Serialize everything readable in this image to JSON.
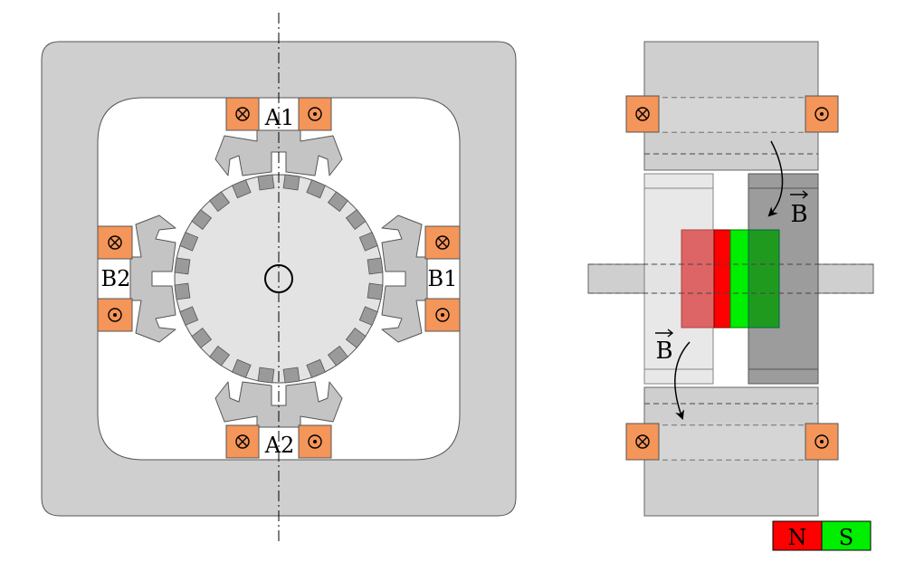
{
  "front_view": {
    "coil_labels": {
      "a1": "A1",
      "a2": "A2",
      "b1": "B1",
      "b2": "B2"
    },
    "coil_color": "#f4955a",
    "frame_color": "#cfcfcf",
    "rotor_color": "#e3e3e3",
    "tooth_color": "#9a9a9a",
    "rotor_tooth_count": 24
  },
  "side_view": {
    "flux_label_top": "B",
    "flux_label_bottom": "B",
    "magnet_north_color": "#ff0000",
    "magnet_south_color": "#00ee00"
  },
  "legend": {
    "north": "N",
    "south": "S",
    "north_color": "#ff0000",
    "south_color": "#00ee00"
  }
}
